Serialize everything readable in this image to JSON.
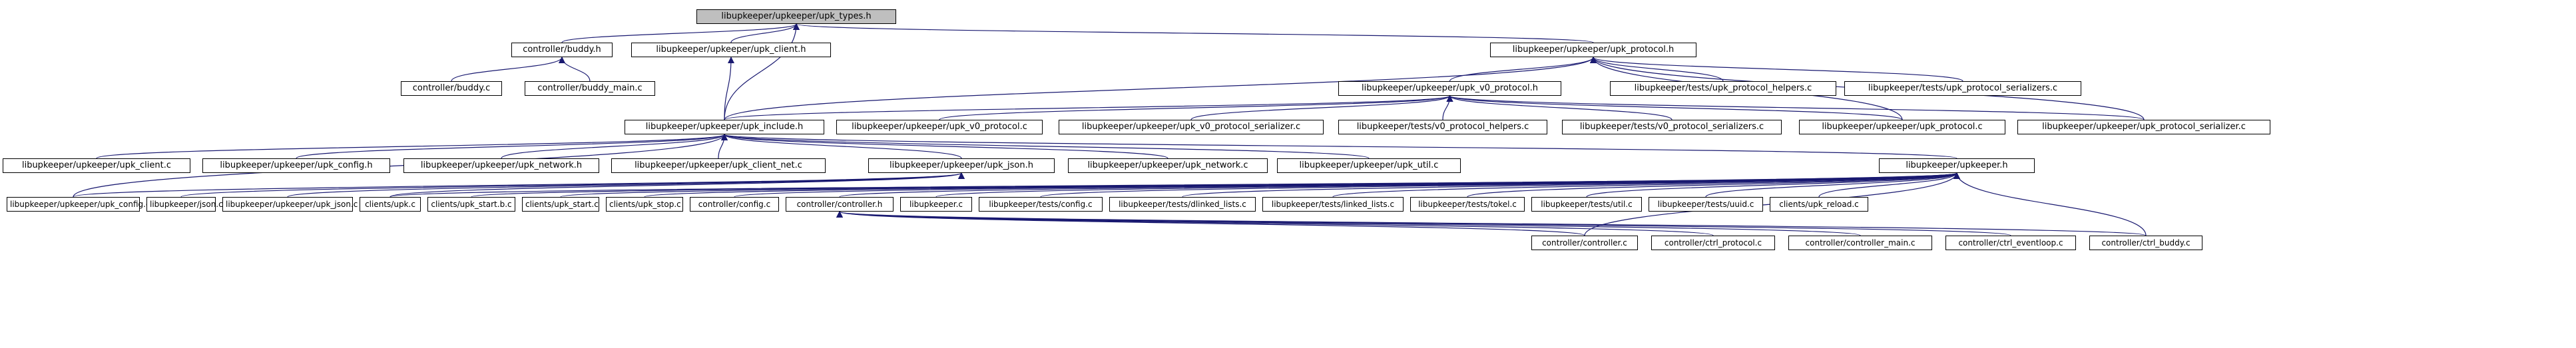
{
  "graph": {
    "edge_color": "#191970",
    "root_fill": "#bfbfbf",
    "node_fill": "#ffffff",
    "nodes": [
      {
        "id": "types",
        "label": "libupkeeper/upkeeper/upk_types.h"
      },
      {
        "id": "buddy_h",
        "label": "controller/buddy.h"
      },
      {
        "id": "client_h",
        "label": "libupkeeper/upkeeper/upk_client.h"
      },
      {
        "id": "protocol_h",
        "label": "libupkeeper/upkeeper/upk_protocol.h"
      },
      {
        "id": "buddy_c",
        "label": "controller/buddy.c"
      },
      {
        "id": "buddy_main_c",
        "label": "controller/buddy_main.c"
      },
      {
        "id": "v0_protocol_h",
        "label": "libupkeeper/upkeeper/upk_v0_protocol.h"
      },
      {
        "id": "t_protocol_helpers",
        "label": "libupkeeper/tests/upk_protocol_helpers.c"
      },
      {
        "id": "t_protocol_serializers",
        "label": "libupkeeper/tests/upk_protocol_serializers.c"
      },
      {
        "id": "include_h",
        "label": "libupkeeper/upkeeper/upk_include.h"
      },
      {
        "id": "v0_protocol_c",
        "label": "libupkeeper/upkeeper/upk_v0_protocol.c"
      },
      {
        "id": "v0_protocol_serializer_c",
        "label": "libupkeeper/upkeeper/upk_v0_protocol_serializer.c"
      },
      {
        "id": "t_v0_protocol_helpers",
        "label": "libupkeeper/tests/v0_protocol_helpers.c"
      },
      {
        "id": "t_v0_protocol_serializers",
        "label": "libupkeeper/tests/v0_protocol_serializers.c"
      },
      {
        "id": "protocol_c",
        "label": "libupkeeper/upkeeper/upk_protocol.c"
      },
      {
        "id": "protocol_serializer_c",
        "label": "libupkeeper/upkeeper/upk_protocol_serializer.c"
      },
      {
        "id": "client_c",
        "label": "libupkeeper/upkeeper/upk_client.c"
      },
      {
        "id": "config_h",
        "label": "libupkeeper/upkeeper/upk_config.h"
      },
      {
        "id": "network_h",
        "label": "libupkeeper/upkeeper/upk_network.h"
      },
      {
        "id": "client_net_c",
        "label": "libupkeeper/upkeeper/upk_client_net.c"
      },
      {
        "id": "json_h",
        "label": "libupkeeper/upkeeper/upk_json.h"
      },
      {
        "id": "network_c",
        "label": "libupkeeper/upkeeper/upk_network.c"
      },
      {
        "id": "util_c",
        "label": "libupkeeper/upkeeper/upk_util.c"
      },
      {
        "id": "upkeeper_h",
        "label": "libupkeeper/upkeeper.h"
      },
      {
        "id": "config_c",
        "label": "libupkeeper/upkeeper/upk_config.c"
      },
      {
        "id": "json_c",
        "label": "libupkeeper/json.c"
      },
      {
        "id": "upk_json_c",
        "label": "libupkeeper/upkeeper/upk_json.c"
      },
      {
        "id": "clients_upk_c",
        "label": "clients/upk.c"
      },
      {
        "id": "clients_start_b_c",
        "label": "clients/upk_start.b.c"
      },
      {
        "id": "clients_start_c",
        "label": "clients/upk_start.c"
      },
      {
        "id": "clients_stop_c",
        "label": "clients/upk_stop.c"
      },
      {
        "id": "controller_config_c",
        "label": "controller/config.c"
      },
      {
        "id": "controller_h",
        "label": "controller/controller.h"
      },
      {
        "id": "libupkeeper_c",
        "label": "libupkeeper.c"
      },
      {
        "id": "t_config",
        "label": "libupkeeper/tests/config.c"
      },
      {
        "id": "t_dlinked",
        "label": "libupkeeper/tests/dlinked_lists.c"
      },
      {
        "id": "t_linked",
        "label": "libupkeeper/tests/linked_lists.c"
      },
      {
        "id": "t_tokel",
        "label": "libupkeeper/tests/tokel.c"
      },
      {
        "id": "t_util",
        "label": "libupkeeper/tests/util.c"
      },
      {
        "id": "t_uuid",
        "label": "libupkeeper/tests/uuid.c"
      },
      {
        "id": "clients_reload_c",
        "label": "clients/upk_reload.c"
      },
      {
        "id": "controller_c",
        "label": "controller/controller.c"
      },
      {
        "id": "ctrl_protocol_c",
        "label": "controller/ctrl_protocol.c"
      },
      {
        "id": "controller_main_c",
        "label": "controller/controller_main.c"
      },
      {
        "id": "ctrl_eventloop_c",
        "label": "controller/ctrl_eventloop.c"
      },
      {
        "id": "ctrl_buddy_c",
        "label": "controller/ctrl_buddy.c"
      }
    ],
    "edges": [
      [
        "buddy_h",
        "types"
      ],
      [
        "client_h",
        "types"
      ],
      [
        "protocol_h",
        "types"
      ],
      [
        "include_h",
        "types"
      ],
      [
        "buddy_c",
        "buddy_h"
      ],
      [
        "buddy_main_c",
        "buddy_h"
      ],
      [
        "include_h",
        "client_h"
      ],
      [
        "v0_protocol_h",
        "protocol_h"
      ],
      [
        "t_protocol_helpers",
        "protocol_h"
      ],
      [
        "t_protocol_serializers",
        "protocol_h"
      ],
      [
        "include_h",
        "protocol_h"
      ],
      [
        "protocol_c",
        "protocol_h"
      ],
      [
        "protocol_serializer_c",
        "protocol_h"
      ],
      [
        "include_h",
        "v0_protocol_h"
      ],
      [
        "v0_protocol_c",
        "v0_protocol_h"
      ],
      [
        "v0_protocol_serializer_c",
        "v0_protocol_h"
      ],
      [
        "t_v0_protocol_helpers",
        "v0_protocol_h"
      ],
      [
        "t_v0_protocol_serializers",
        "v0_protocol_h"
      ],
      [
        "protocol_c",
        "v0_protocol_h"
      ],
      [
        "protocol_serializer_c",
        "v0_protocol_h"
      ],
      [
        "client_c",
        "include_h"
      ],
      [
        "config_h",
        "include_h"
      ],
      [
        "network_h",
        "include_h"
      ],
      [
        "client_net_c",
        "include_h"
      ],
      [
        "json_h",
        "include_h"
      ],
      [
        "network_c",
        "include_h"
      ],
      [
        "util_c",
        "include_h"
      ],
      [
        "upkeeper_h",
        "include_h"
      ],
      [
        "config_c",
        "include_h"
      ],
      [
        "config_c",
        "json_h"
      ],
      [
        "json_c",
        "json_h"
      ],
      [
        "upk_json_c",
        "json_h"
      ],
      [
        "clients_upk_c",
        "json_h"
      ],
      [
        "clients_upk_c",
        "upkeeper_h"
      ],
      [
        "clients_start_b_c",
        "upkeeper_h"
      ],
      [
        "clients_start_c",
        "upkeeper_h"
      ],
      [
        "clients_stop_c",
        "upkeeper_h"
      ],
      [
        "controller_config_c",
        "upkeeper_h"
      ],
      [
        "controller_h",
        "upkeeper_h"
      ],
      [
        "libupkeeper_c",
        "upkeeper_h"
      ],
      [
        "t_config",
        "upkeeper_h"
      ],
      [
        "t_dlinked",
        "upkeeper_h"
      ],
      [
        "t_linked",
        "upkeeper_h"
      ],
      [
        "t_tokel",
        "upkeeper_h"
      ],
      [
        "t_util",
        "upkeeper_h"
      ],
      [
        "t_uuid",
        "upkeeper_h"
      ],
      [
        "clients_reload_c",
        "upkeeper_h"
      ],
      [
        "controller_c",
        "upkeeper_h"
      ],
      [
        "ctrl_buddy_c",
        "upkeeper_h"
      ],
      [
        "controller_c",
        "controller_h"
      ],
      [
        "ctrl_protocol_c",
        "controller_h"
      ],
      [
        "controller_main_c",
        "controller_h"
      ],
      [
        "ctrl_eventloop_c",
        "controller_h"
      ],
      [
        "ctrl_buddy_c",
        "controller_h"
      ]
    ]
  }
}
